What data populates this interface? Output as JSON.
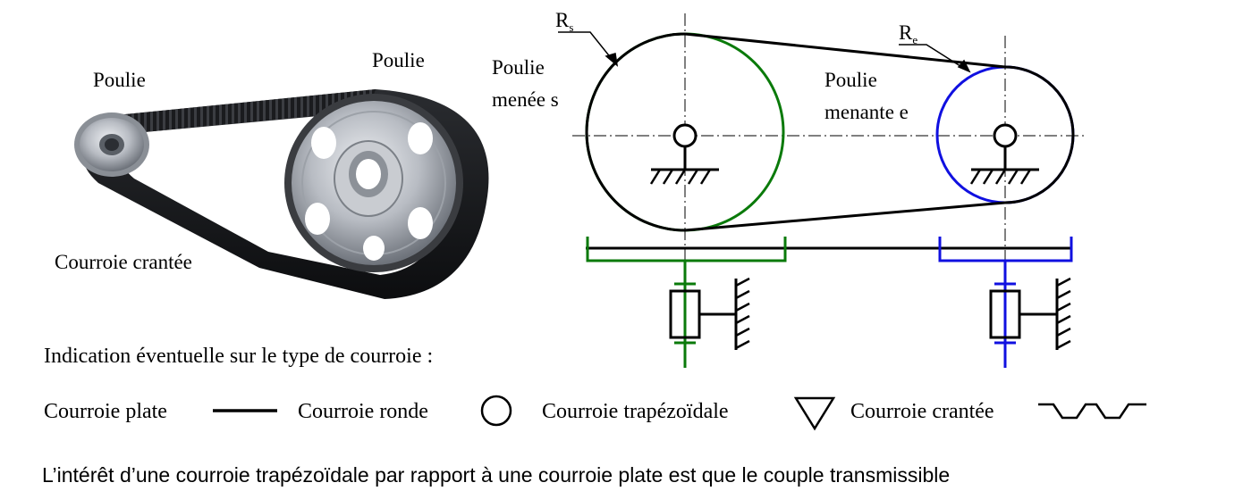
{
  "photo": {
    "label_small_pulley": "Poulie",
    "label_large_pulley": "Poulie",
    "label_belt": "Courroie crantée"
  },
  "schematic": {
    "radius_driven": {
      "symbol": "R",
      "subscript": "s"
    },
    "radius_driver": {
      "symbol": "R",
      "subscript": "e"
    },
    "driven_label": [
      "Poulie",
      "menée s"
    ],
    "driver_label": [
      "Poulie",
      "menante e"
    ],
    "colors": {
      "driven": "#0a7a0a",
      "driver": "#1010e0",
      "belt": "#000000"
    }
  },
  "legend": {
    "heading": "Indication éventuelle sur le type de courroie :",
    "items": [
      {
        "label": "Courroie plate",
        "icon": "flat-belt-line-icon"
      },
      {
        "label": "Courroie ronde",
        "icon": "round-belt-circle-icon"
      },
      {
        "label": "Courroie trapézoïdale",
        "icon": "v-belt-triangle-icon"
      },
      {
        "label": "Courroie crantée",
        "icon": "toothed-belt-wave-icon"
      }
    ]
  },
  "closing_text": "L’intérêt d’une courroie trapézoïdale par rapport à une courroie plate est que le couple transmissible"
}
